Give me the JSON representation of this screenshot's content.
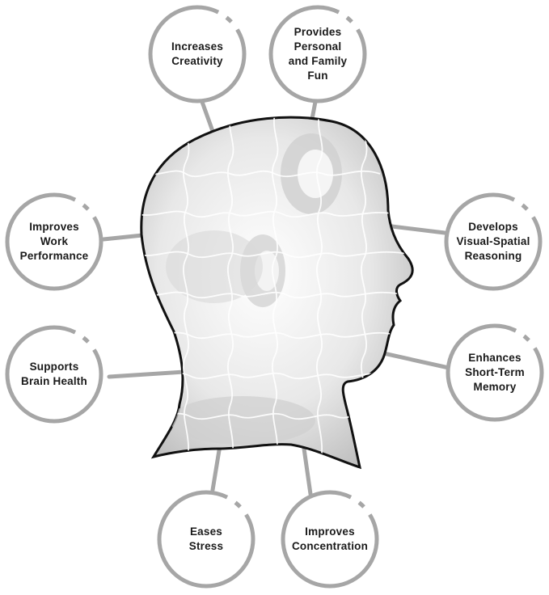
{
  "benefits": [
    {
      "id": "creativity",
      "label": "Increases\nCreativity"
    },
    {
      "id": "fun",
      "label": "Provides\nPersonal\nand Family\nFun"
    },
    {
      "id": "work",
      "label": "Improves\nWork\nPerformance"
    },
    {
      "id": "visual",
      "label": "Develops\nVisual-Spatial\nReasoning"
    },
    {
      "id": "brain-health",
      "label": "Supports\nBrain Health"
    },
    {
      "id": "memory",
      "label": "Enhances\nShort-Term\nMemory"
    },
    {
      "id": "stress",
      "label": "Eases\nStress"
    },
    {
      "id": "concentration",
      "label": "Improves\nConcentration"
    }
  ],
  "colors": {
    "ring": "#a6a6a6",
    "connector": "#a6a6a6",
    "head_outline": "#111111",
    "head_fill": "#ececec",
    "puzzle_lines": "#ffffff",
    "text": "#1a1a1a"
  },
  "icons": {
    "head": "puzzle-head-illustration"
  }
}
